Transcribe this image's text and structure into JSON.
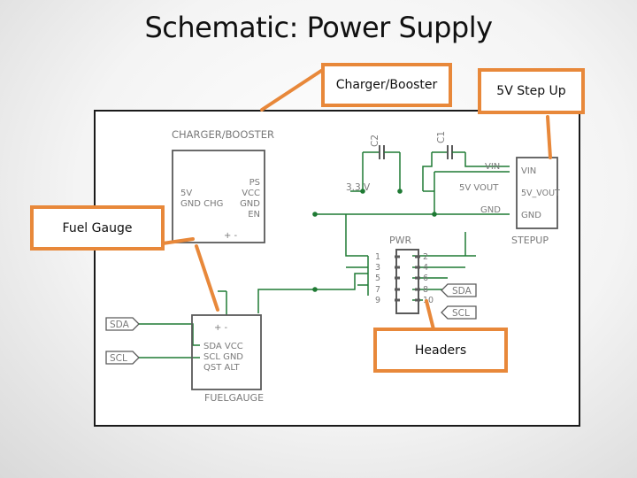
{
  "title": "Schematic: Power Supply",
  "callouts": {
    "charger": "Charger/Booster",
    "stepup": "5V Step Up",
    "fuel": "Fuel Gauge",
    "headers": "Headers"
  },
  "schematic": {
    "charger": {
      "name": "CHARGER/BOOSTER",
      "left_pins": "5V",
      "left_pins2": "GND  CHG",
      "right_pins": [
        "PS",
        "VCC",
        "GND",
        "EN"
      ],
      "bottom": "+   -"
    },
    "stepup": {
      "name": "STEPUP",
      "pins": [
        "VIN",
        "5V_VOUT",
        "GND"
      ]
    },
    "fuelgauge": {
      "name": "FUELGAUGE",
      "top": "+   -",
      "row1": "SDA  VCC",
      "row2": "SCL  GND",
      "row3": "QST   ALT"
    },
    "pwr": {
      "name": "PWR",
      "left_pins": [
        "1",
        "3",
        "5",
        "7",
        "9"
      ],
      "right_pins": [
        "2",
        "4",
        "6",
        "8",
        "10"
      ]
    },
    "caps": [
      "C2",
      "C1"
    ],
    "nets": {
      "v33": "3.3 V",
      "v5": "5V  VOUT",
      "vin": "VIN",
      "gnd": "GND"
    },
    "tags": [
      "SDA",
      "SCL",
      "SDA",
      "SCL"
    ]
  },
  "colors": {
    "callout_border": "#e8883a",
    "wire": "#1f7a34",
    "part": "#5a5a5a",
    "label": "#7a7a7a"
  }
}
